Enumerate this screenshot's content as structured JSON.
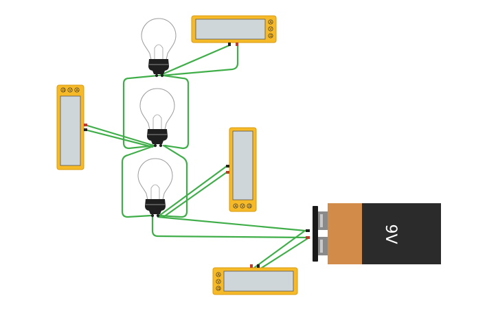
{
  "circuit": {
    "battery": {
      "label": "9V"
    },
    "bulbs": [
      {
        "id": "bulb-1",
        "state": "off"
      },
      {
        "id": "bulb-2",
        "state": "off"
      },
      {
        "id": "bulb-3",
        "state": "off"
      }
    ],
    "multimeters": [
      {
        "id": "multimeter-1",
        "orientation": "horizontal",
        "buttons": [
          "A",
          "V",
          "Ω"
        ]
      },
      {
        "id": "multimeter-2",
        "orientation": "vertical",
        "buttons": [
          "Ω",
          "V",
          "A"
        ]
      },
      {
        "id": "multimeter-3",
        "orientation": "vertical",
        "buttons": [
          "A",
          "V",
          "Ω"
        ]
      },
      {
        "id": "multimeter-4",
        "orientation": "horizontal",
        "buttons": [
          "A",
          "V",
          "Ω"
        ]
      }
    ],
    "colors": {
      "wire": "#3fae49",
      "multimeter_body": "#f6b928",
      "multimeter_screen": "#cfd6da",
      "battery_body": "#2b2b2b",
      "battery_label_band": "#d38b49",
      "probe_red": "#c0392b",
      "probe_black": "#222222"
    }
  }
}
